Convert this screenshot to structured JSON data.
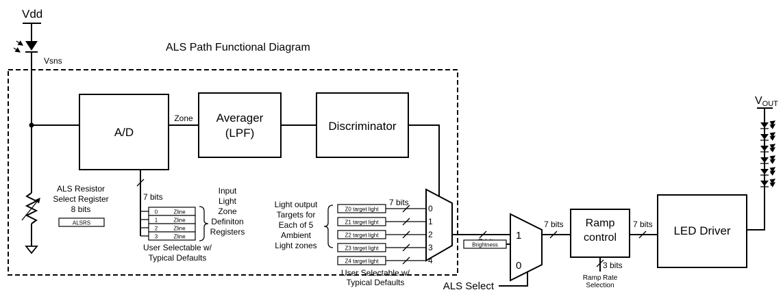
{
  "title": "ALS Path Functional Diagram",
  "supply": {
    "vdd": "Vdd",
    "vsns": "Vsns",
    "vout_main": "V",
    "vout_sub": "OUT"
  },
  "blocks": {
    "ad": "A/D",
    "averager_line1": "Averager",
    "averager_line2": "(LPF)",
    "discriminator": "Discriminator",
    "ramp_line1": "Ramp",
    "ramp_line2": "control",
    "led_driver": "LED Driver"
  },
  "signals": {
    "zone": "Zone",
    "bits7_ad": "7 bits",
    "bits7_targets": "7 bits",
    "bits7_mux": "7 bits",
    "bits7_ramp_in": "7 bits",
    "bits7_ramp_out": "7 bits",
    "bits3": "3 bits",
    "als_select": "ALS Select"
  },
  "resistor_register": {
    "line1": "ALS Resistor",
    "line2": "Select Register",
    "line3": "8 bits",
    "box": "ALSRS"
  },
  "zone_registers": {
    "rows": [
      {
        "index": "0",
        "name": "Zline"
      },
      {
        "index": "1",
        "name": "Zline"
      },
      {
        "index": "2",
        "name": "Zline"
      },
      {
        "index": "3",
        "name": "Zline"
      }
    ],
    "desc": [
      "Input",
      "Light",
      "Zone",
      "Definiton",
      "Registers"
    ],
    "footer1": "User Selectable w/",
    "footer2": "Typical Defaults"
  },
  "targets": {
    "desc": [
      "Light output",
      "Targets for",
      "Each of 5",
      "Ambient",
      "Light zones"
    ],
    "rows": [
      "Z0 target light",
      "Z1 target light",
      "Z2 target light",
      "Z3 target light",
      "Z4 target light"
    ],
    "footer1": "User Selectable w/",
    "footer2": "Typical Defaults"
  },
  "mux5": {
    "inputs": [
      "0",
      "1",
      "2",
      "3",
      "4"
    ]
  },
  "mux2": {
    "in1": "1",
    "in0": "0"
  },
  "brightness": "Brightness",
  "ramp_rate": {
    "line1": "Ramp Rate",
    "line2": "Selection"
  }
}
